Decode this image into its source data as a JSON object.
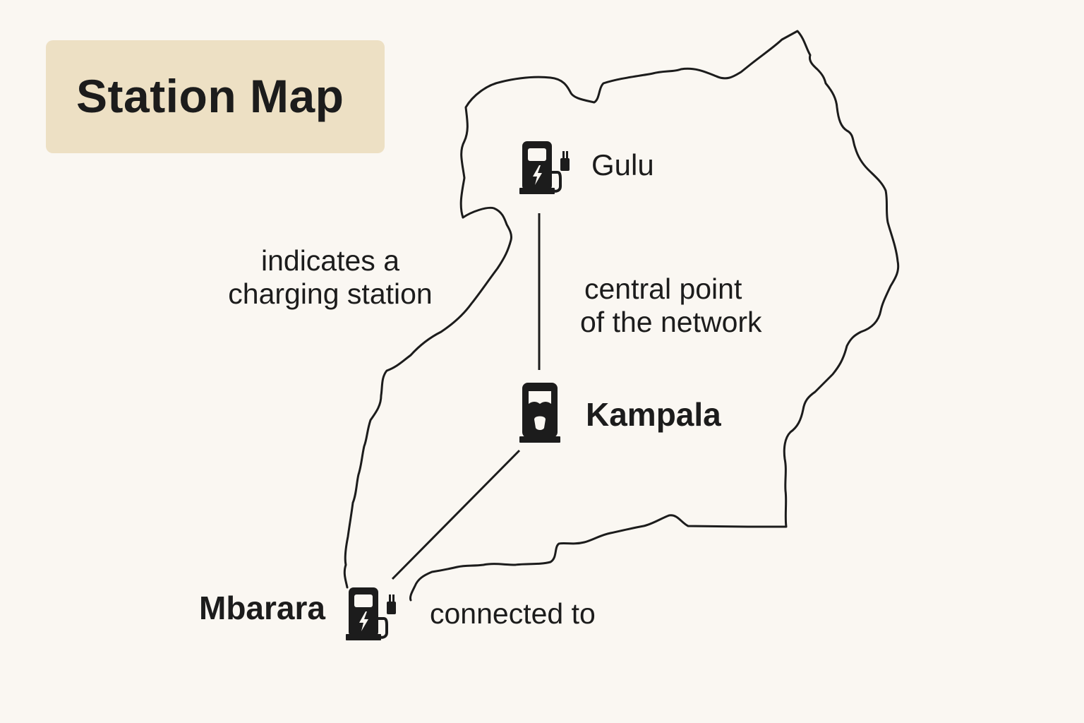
{
  "title": "Station Map",
  "colors": {
    "background": "#faf7f2",
    "title_box": "#ede0c4",
    "ink": "#1c1c1c"
  },
  "stations": [
    {
      "name": "Gulu",
      "icon": "ev-charger-icon"
    },
    {
      "name": "Kampala",
      "icon": "fuel-pump-icon"
    },
    {
      "name": "Mbarara",
      "icon": "ev-charger-icon"
    }
  ],
  "annotations": {
    "station_line1": "indicates a",
    "station_line2": "charging station",
    "central_line1": "central point",
    "central_line2": "of the network",
    "connected": "connected to"
  }
}
